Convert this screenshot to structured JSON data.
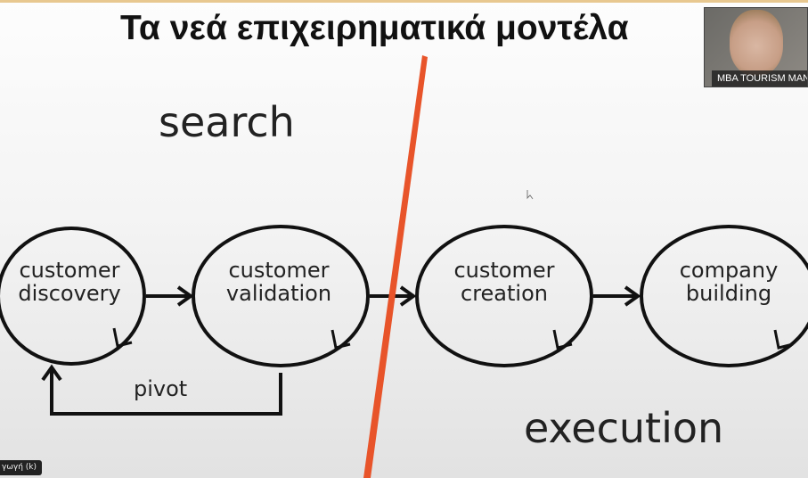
{
  "slide": {
    "title": "Τα νεά επιχειρηματικά μοντέλα",
    "search_label": "search",
    "execution_label": "execution",
    "pivot_label": "pivot",
    "circles": [
      {
        "line1": "customer",
        "line2": "discovery"
      },
      {
        "line1": "customer",
        "line2": "validation"
      },
      {
        "line1": "customer",
        "line2": "creation"
      },
      {
        "line1": "company",
        "line2": "building"
      }
    ]
  },
  "video": {
    "participant_name": "MBA TOURISM MANA"
  },
  "speaker_badge": "γωγή (k)",
  "colors": {
    "slash": "#e8542a",
    "ink": "#111111"
  }
}
